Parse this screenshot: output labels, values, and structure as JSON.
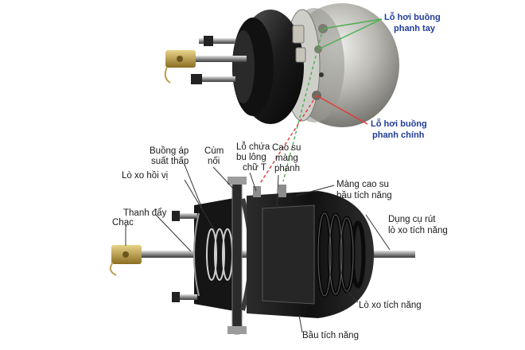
{
  "labels": {
    "parking_port_line1": "Lỗ hơi buồng",
    "parking_port_line2": "phanh tay",
    "service_port_line1": "Lỗ hơi buồng",
    "service_port_line2": "phanh chính",
    "low_pressure_line1": "Buồng áp",
    "low_pressure_line2": "suất thấp",
    "clamp_line1": "Cùm",
    "clamp_line2": "nối",
    "tbolt_line1": "Lỗ chứa",
    "tbolt_line2": "bu lông",
    "tbolt_line3": "chữ T",
    "diaphragm_line1": "Cao su",
    "diaphragm_line2": "màng",
    "diaphragm_line3": "phanh",
    "return_spring": "Lò xo hồi vị",
    "push_rod": "Thanh đẩy",
    "clevis": "Chạc",
    "spring_membrane_line1": "Màng cao su",
    "spring_membrane_line2": "bầu tích năng",
    "release_tool_line1": "Dụng cụ rút",
    "release_tool_line2": "lò xo tích năng",
    "power_spring": "Lò xo tích năng",
    "spring_housing": "Bầu tích năng"
  },
  "colors": {
    "green_leader": "#4caf50",
    "red_leader": "#e53935",
    "blue_text": "#1f3c9a"
  }
}
